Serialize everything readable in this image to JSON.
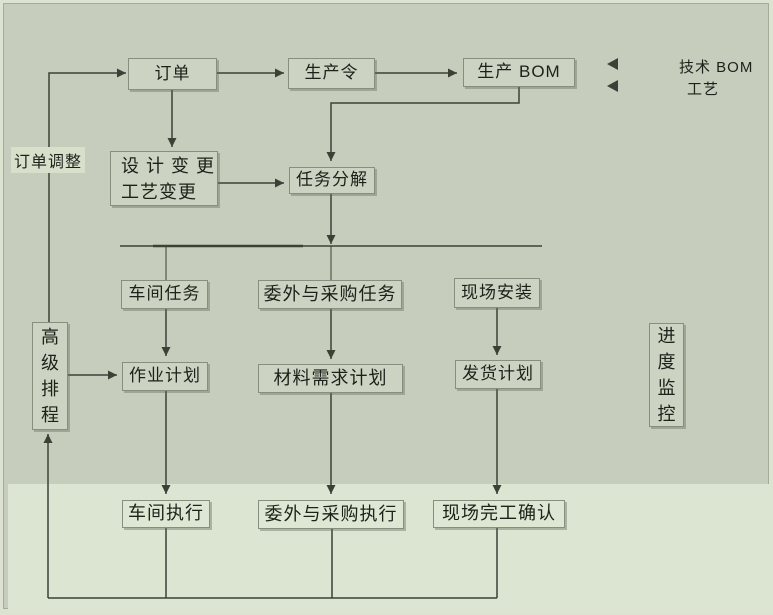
{
  "diagram": {
    "nodes": {
      "order": "订单",
      "production_order": "生产令",
      "production_bom": "生产 BOM",
      "design_process_change": "设 计 变 更\n工艺变更",
      "task_breakdown": "任务分解",
      "workshop_task": "车间任务",
      "outsourcing_purchase_task": "委外与采购任务",
      "site_installation": "现场安装",
      "job_plan": "作业计划",
      "material_requirement_plan": "材料需求计划",
      "delivery_plan": "发货计划",
      "advanced_scheduling": "高级排程",
      "progress_monitoring": "进度监控",
      "workshop_execution": "车间执行",
      "outsourcing_purchase_execution": "委外与采购执行",
      "site_completion_confirmation": "现场完工确认"
    },
    "annotations": {
      "order_adjustment": "订单调整",
      "technical_bom": "技术 BOM",
      "process": "工艺"
    },
    "colors": {
      "upper_background": "#c6cdbc",
      "lower_background": "#dbe5d1",
      "node_fill": "#ccd3c2",
      "node_fill_lower": "#dee7d3",
      "node_border": "#878e7f",
      "connector": "#3a4137",
      "text": "#1c211a"
    }
  }
}
